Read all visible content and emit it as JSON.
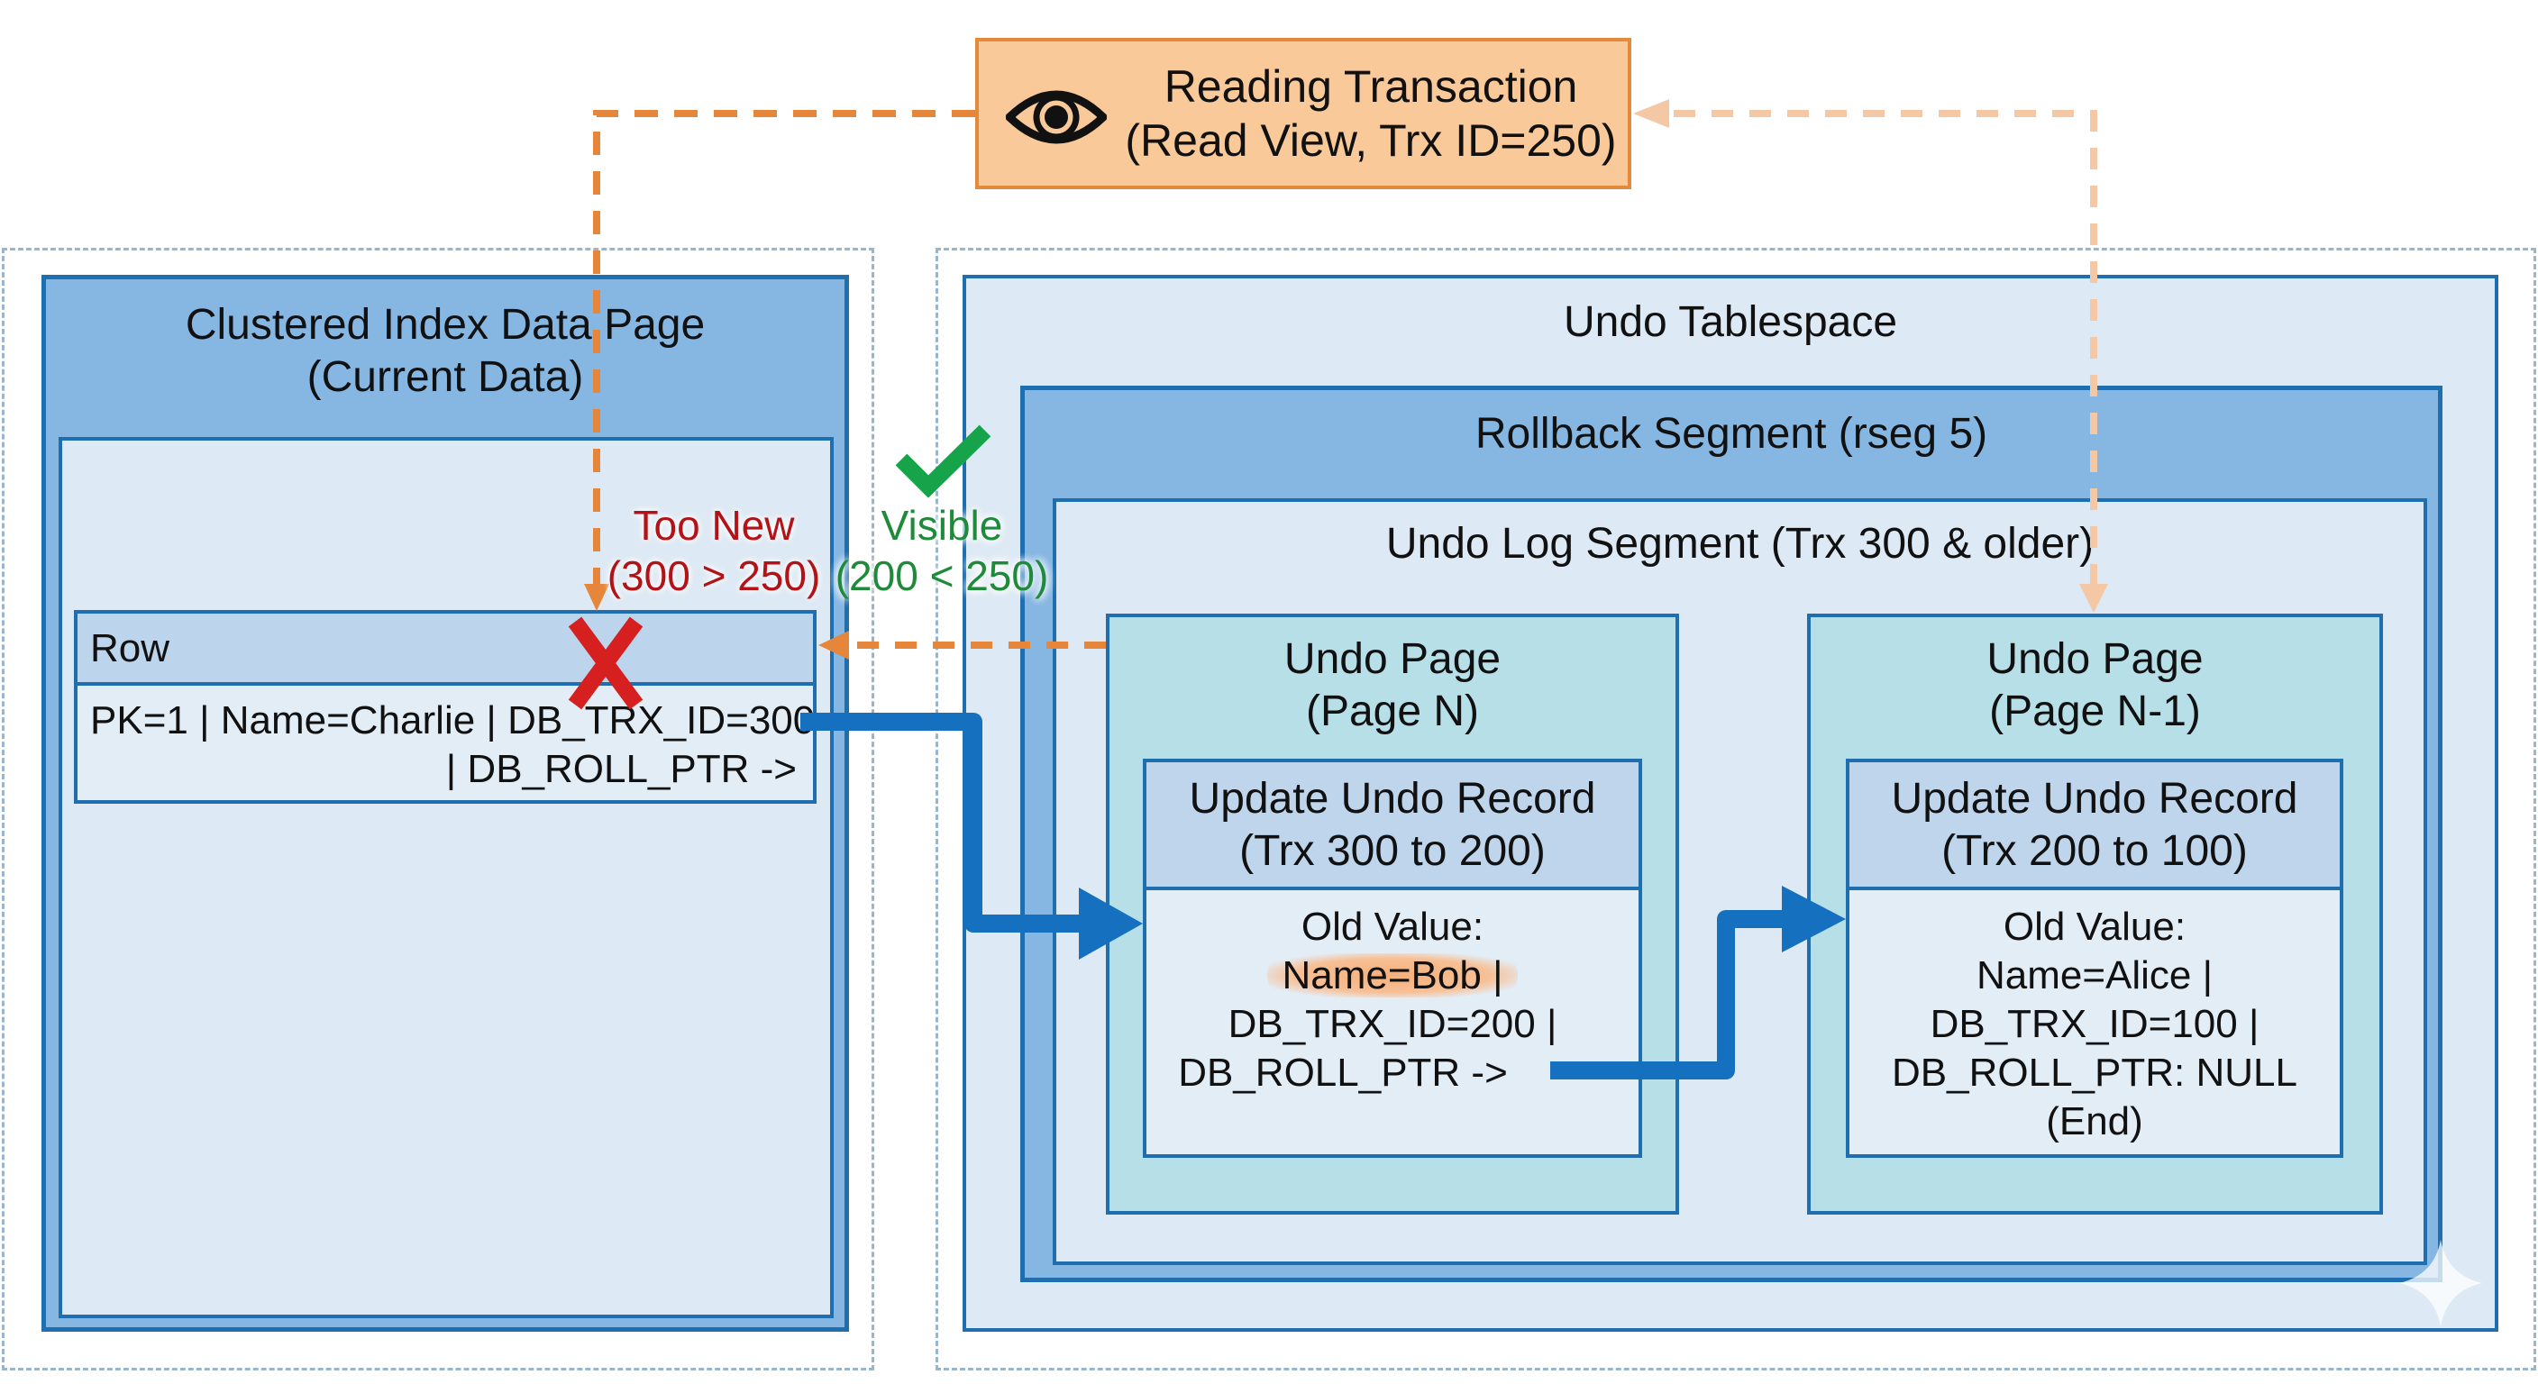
{
  "reading_transaction": {
    "icon": "eye-icon",
    "title": "Reading Transaction",
    "subtitle": "(Read View, Trx ID=250)"
  },
  "clustered_index": {
    "title": "Clustered Index Data Page",
    "subtitle": "(Current Data)",
    "row": {
      "header": "Row",
      "line1": "PK=1 | Name=Charlie | DB_TRX_ID=300",
      "line2": "| DB_ROLL_PTR ->"
    }
  },
  "visibility": {
    "too_new": {
      "label": "Too New",
      "detail": "(300 > 250)",
      "color": "#b31217",
      "icon": "x-mark-icon"
    },
    "visible": {
      "label": "Visible",
      "detail": "(200 < 250)",
      "color": "#1e8a3a",
      "icon": "checkmark-icon"
    }
  },
  "undo_tablespace": {
    "title": "Undo Tablespace",
    "rollback_segment": {
      "title": "Rollback Segment (rseg 5)",
      "undo_log_segment": {
        "title": "Undo Log Segment (Trx 300 & older)",
        "pages": [
          {
            "title": "Undo Page",
            "subtitle": "(Page N)",
            "record": {
              "title": "Update Undo Record",
              "subtitle": "(Trx 300 to 200)",
              "lines": [
                "Old Value:",
                "Name=Bob |",
                "DB_TRX_ID=200 |",
                "DB_ROLL_PTR ->"
              ],
              "highlight_line": 1
            }
          },
          {
            "title": "Undo Page",
            "subtitle": "(Page N-1)",
            "record": {
              "title": "Update Undo Record",
              "subtitle": "(Trx 200 to 100)",
              "lines": [
                "Old Value:",
                "Name=Alice |",
                "DB_TRX_ID=100 |",
                "DB_ROLL_PTR: NULL",
                "(End)"
              ]
            }
          }
        ]
      }
    }
  },
  "colors": {
    "pointer_arrow": "#1570c0",
    "read_arrow": "#e6863a",
    "read_arrow_faded": "#f4c8a4",
    "reading_box_fill": "#f9c999",
    "reading_box_border": "#e48a3c"
  }
}
